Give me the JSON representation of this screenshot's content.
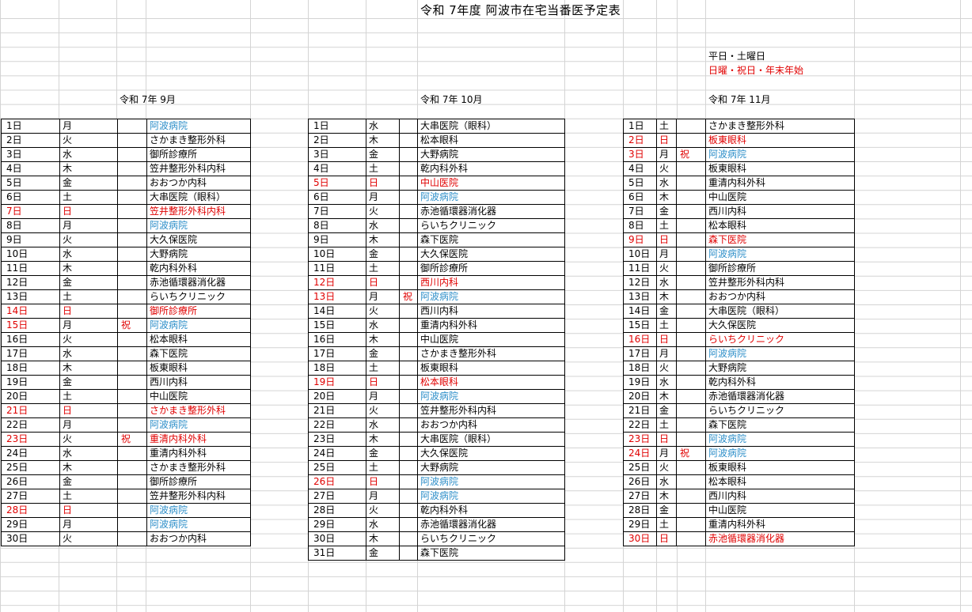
{
  "title": "令和 7年度 阿波市在宅当番医予定表",
  "legend": {
    "weekday": "平日・土曜日",
    "holiday": "日曜・祝日・年末年始"
  },
  "months": [
    {
      "heading": "令和 7年 9月",
      "rows": [
        {
          "day": "1日",
          "dow": "月",
          "hol": "",
          "clinic": "阿波病院"
        },
        {
          "day": "2日",
          "dow": "火",
          "hol": "",
          "clinic": "さかまき整形外科"
        },
        {
          "day": "3日",
          "dow": "水",
          "hol": "",
          "clinic": "御所診療所"
        },
        {
          "day": "4日",
          "dow": "木",
          "hol": "",
          "clinic": "笠井整形外科内科"
        },
        {
          "day": "5日",
          "dow": "金",
          "hol": "",
          "clinic": "おおつか内科"
        },
        {
          "day": "6日",
          "dow": "土",
          "hol": "",
          "clinic": "大串医院（眼科）"
        },
        {
          "day": "7日",
          "dow": "日",
          "hol": "",
          "clinic": "笠井整形外科内科"
        },
        {
          "day": "8日",
          "dow": "月",
          "hol": "",
          "clinic": "阿波病院"
        },
        {
          "day": "9日",
          "dow": "火",
          "hol": "",
          "clinic": "大久保医院"
        },
        {
          "day": "10日",
          "dow": "水",
          "hol": "",
          "clinic": "大野病院"
        },
        {
          "day": "11日",
          "dow": "木",
          "hol": "",
          "clinic": "乾内科外科"
        },
        {
          "day": "12日",
          "dow": "金",
          "hol": "",
          "clinic": "赤池循環器消化器"
        },
        {
          "day": "13日",
          "dow": "土",
          "hol": "",
          "clinic": "らいちクリニック"
        },
        {
          "day": "14日",
          "dow": "日",
          "hol": "",
          "clinic": "御所診療所"
        },
        {
          "day": "15日",
          "dow": "月",
          "hol": "祝",
          "clinic": "阿波病院"
        },
        {
          "day": "16日",
          "dow": "火",
          "hol": "",
          "clinic": "松本眼科"
        },
        {
          "day": "17日",
          "dow": "水",
          "hol": "",
          "clinic": "森下医院"
        },
        {
          "day": "18日",
          "dow": "木",
          "hol": "",
          "clinic": "板東眼科"
        },
        {
          "day": "19日",
          "dow": "金",
          "hol": "",
          "clinic": "西川内科"
        },
        {
          "day": "20日",
          "dow": "土",
          "hol": "",
          "clinic": "中山医院"
        },
        {
          "day": "21日",
          "dow": "日",
          "hol": "",
          "clinic": "さかまき整形外科"
        },
        {
          "day": "22日",
          "dow": "月",
          "hol": "",
          "clinic": "阿波病院"
        },
        {
          "day": "23日",
          "dow": "火",
          "hol": "祝",
          "clinic": "重清内科外科"
        },
        {
          "day": "24日",
          "dow": "水",
          "hol": "",
          "clinic": "重清内科外科"
        },
        {
          "day": "25日",
          "dow": "木",
          "hol": "",
          "clinic": "さかまき整形外科"
        },
        {
          "day": "26日",
          "dow": "金",
          "hol": "",
          "clinic": "御所診療所"
        },
        {
          "day": "27日",
          "dow": "土",
          "hol": "",
          "clinic": "笠井整形外科内科"
        },
        {
          "day": "28日",
          "dow": "日",
          "hol": "",
          "clinic": "阿波病院"
        },
        {
          "day": "29日",
          "dow": "月",
          "hol": "",
          "clinic": "阿波病院"
        },
        {
          "day": "30日",
          "dow": "火",
          "hol": "",
          "clinic": "おおつか内科"
        }
      ]
    },
    {
      "heading": "令和 7年 10月",
      "rows": [
        {
          "day": "1日",
          "dow": "水",
          "hol": "",
          "clinic": "大串医院（眼科）"
        },
        {
          "day": "2日",
          "dow": "木",
          "hol": "",
          "clinic": "松本眼科"
        },
        {
          "day": "3日",
          "dow": "金",
          "hol": "",
          "clinic": "大野病院"
        },
        {
          "day": "4日",
          "dow": "土",
          "hol": "",
          "clinic": "乾内科外科"
        },
        {
          "day": "5日",
          "dow": "日",
          "hol": "",
          "clinic": "中山医院"
        },
        {
          "day": "6日",
          "dow": "月",
          "hol": "",
          "clinic": "阿波病院"
        },
        {
          "day": "7日",
          "dow": "火",
          "hol": "",
          "clinic": "赤池循環器消化器"
        },
        {
          "day": "8日",
          "dow": "水",
          "hol": "",
          "clinic": "らいちクリニック"
        },
        {
          "day": "9日",
          "dow": "木",
          "hol": "",
          "clinic": "森下医院"
        },
        {
          "day": "10日",
          "dow": "金",
          "hol": "",
          "clinic": "大久保医院"
        },
        {
          "day": "11日",
          "dow": "土",
          "hol": "",
          "clinic": "御所診療所"
        },
        {
          "day": "12日",
          "dow": "日",
          "hol": "",
          "clinic": "西川内科"
        },
        {
          "day": "13日",
          "dow": "月",
          "hol": "祝",
          "clinic": "阿波病院"
        },
        {
          "day": "14日",
          "dow": "火",
          "hol": "",
          "clinic": "西川内科"
        },
        {
          "day": "15日",
          "dow": "水",
          "hol": "",
          "clinic": "重清内科外科"
        },
        {
          "day": "16日",
          "dow": "木",
          "hol": "",
          "clinic": "中山医院"
        },
        {
          "day": "17日",
          "dow": "金",
          "hol": "",
          "clinic": "さかまき整形外科"
        },
        {
          "day": "18日",
          "dow": "土",
          "hol": "",
          "clinic": "板東眼科"
        },
        {
          "day": "19日",
          "dow": "日",
          "hol": "",
          "clinic": "松本眼科"
        },
        {
          "day": "20日",
          "dow": "月",
          "hol": "",
          "clinic": "阿波病院"
        },
        {
          "day": "21日",
          "dow": "火",
          "hol": "",
          "clinic": "笠井整形外科内科"
        },
        {
          "day": "22日",
          "dow": "水",
          "hol": "",
          "clinic": "おおつか内科"
        },
        {
          "day": "23日",
          "dow": "木",
          "hol": "",
          "clinic": "大串医院（眼科）"
        },
        {
          "day": "24日",
          "dow": "金",
          "hol": "",
          "clinic": "大久保医院"
        },
        {
          "day": "25日",
          "dow": "土",
          "hol": "",
          "clinic": "大野病院"
        },
        {
          "day": "26日",
          "dow": "日",
          "hol": "",
          "clinic": "阿波病院"
        },
        {
          "day": "27日",
          "dow": "月",
          "hol": "",
          "clinic": "阿波病院"
        },
        {
          "day": "28日",
          "dow": "火",
          "hol": "",
          "clinic": "乾内科外科"
        },
        {
          "day": "29日",
          "dow": "水",
          "hol": "",
          "clinic": "赤池循環器消化器"
        },
        {
          "day": "30日",
          "dow": "木",
          "hol": "",
          "clinic": "らいちクリニック"
        },
        {
          "day": "31日",
          "dow": "金",
          "hol": "",
          "clinic": "森下医院"
        }
      ]
    },
    {
      "heading": "令和 7年 11月",
      "rows": [
        {
          "day": "1日",
          "dow": "土",
          "hol": "",
          "clinic": "さかまき整形外科"
        },
        {
          "day": "2日",
          "dow": "日",
          "hol": "",
          "clinic": "板東眼科"
        },
        {
          "day": "3日",
          "dow": "月",
          "hol": "祝",
          "clinic": "阿波病院"
        },
        {
          "day": "4日",
          "dow": "火",
          "hol": "",
          "clinic": "板東眼科"
        },
        {
          "day": "5日",
          "dow": "水",
          "hol": "",
          "clinic": "重清内科外科"
        },
        {
          "day": "6日",
          "dow": "木",
          "hol": "",
          "clinic": "中山医院"
        },
        {
          "day": "7日",
          "dow": "金",
          "hol": "",
          "clinic": "西川内科"
        },
        {
          "day": "8日",
          "dow": "土",
          "hol": "",
          "clinic": "松本眼科"
        },
        {
          "day": "9日",
          "dow": "日",
          "hol": "",
          "clinic": "森下医院"
        },
        {
          "day": "10日",
          "dow": "月",
          "hol": "",
          "clinic": "阿波病院"
        },
        {
          "day": "11日",
          "dow": "火",
          "hol": "",
          "clinic": "御所診療所"
        },
        {
          "day": "12日",
          "dow": "水",
          "hol": "",
          "clinic": "笠井整形外科内科"
        },
        {
          "day": "13日",
          "dow": "木",
          "hol": "",
          "clinic": "おおつか内科"
        },
        {
          "day": "14日",
          "dow": "金",
          "hol": "",
          "clinic": "大串医院（眼科）"
        },
        {
          "day": "15日",
          "dow": "土",
          "hol": "",
          "clinic": "大久保医院"
        },
        {
          "day": "16日",
          "dow": "日",
          "hol": "",
          "clinic": "らいちクリニック"
        },
        {
          "day": "17日",
          "dow": "月",
          "hol": "",
          "clinic": "阿波病院"
        },
        {
          "day": "18日",
          "dow": "火",
          "hol": "",
          "clinic": "大野病院"
        },
        {
          "day": "19日",
          "dow": "水",
          "hol": "",
          "clinic": "乾内科外科"
        },
        {
          "day": "20日",
          "dow": "木",
          "hol": "",
          "clinic": "赤池循環器消化器"
        },
        {
          "day": "21日",
          "dow": "金",
          "hol": "",
          "clinic": "らいちクリニック"
        },
        {
          "day": "22日",
          "dow": "土",
          "hol": "",
          "clinic": "森下医院"
        },
        {
          "day": "23日",
          "dow": "日",
          "hol": "",
          "clinic": "阿波病院"
        },
        {
          "day": "24日",
          "dow": "月",
          "hol": "祝",
          "clinic": "阿波病院"
        },
        {
          "day": "25日",
          "dow": "火",
          "hol": "",
          "clinic": "板東眼科"
        },
        {
          "day": "26日",
          "dow": "水",
          "hol": "",
          "clinic": "松本眼科"
        },
        {
          "day": "27日",
          "dow": "木",
          "hol": "",
          "clinic": "西川内科"
        },
        {
          "day": "28日",
          "dow": "金",
          "hol": "",
          "clinic": "中山医院"
        },
        {
          "day": "29日",
          "dow": "土",
          "hol": "",
          "clinic": "重清内科外科"
        },
        {
          "day": "30日",
          "dow": "日",
          "hol": "",
          "clinic": "赤池循環器消化器"
        }
      ]
    }
  ],
  "colors": {
    "holiday_text": "#e00000",
    "awa_hospital_text": "#2e8fc9",
    "grid_line": "#d4d4d4",
    "table_border": "#000000"
  },
  "highlight_clinic": "阿波病院"
}
